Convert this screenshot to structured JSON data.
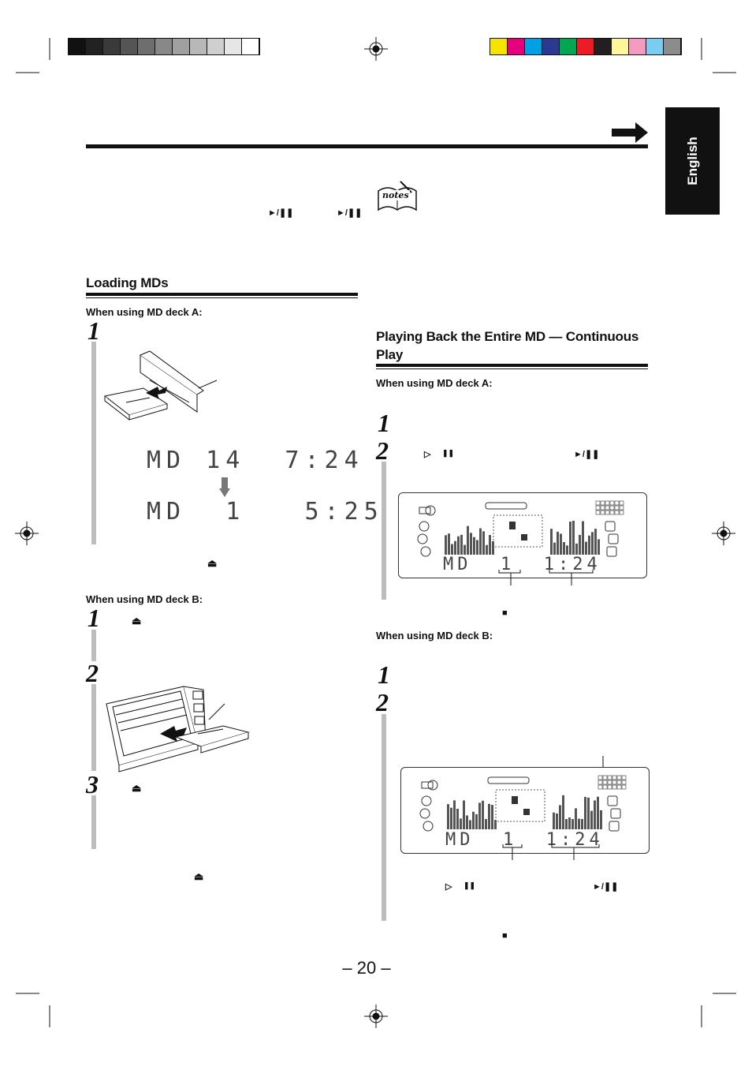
{
  "language_tab": "English",
  "page_number": "– 20 –",
  "notes_label": "notes",
  "loading": {
    "title": "Loading MDs",
    "deck_a_heading": "When using MD deck A:",
    "lcd_line1": "MD 14  7:24",
    "lcd_line2": "MD  1   5:25",
    "deck_b_heading": "When using MD deck B:",
    "step1": "1",
    "step2": "2",
    "step3": "3"
  },
  "playback": {
    "title": "Playing Back the Entire MD — Continuous Play",
    "deck_a_heading": "When using MD deck A:",
    "deck_b_heading": "When using MD deck B:",
    "lcd_text": "MD  1  1:24",
    "step1": "1",
    "step2": "2"
  },
  "symbols": {
    "play_pause": "►/❚❚",
    "eject": "⏏",
    "play": "▷",
    "pause": "❚❚",
    "stop": "■"
  },
  "colors": {
    "registration_gray": [
      "#111111",
      "#222222",
      "#3a3a3a",
      "#555555",
      "#6e6e6e",
      "#888888",
      "#a0a0a0",
      "#b8b8b8",
      "#cfcfcf",
      "#e6e6e6",
      "#ffffff"
    ],
    "registration_color": [
      "#f5e400",
      "#e6007e",
      "#00a0e4",
      "#2b3990",
      "#00a651",
      "#ed1c24",
      "#231f20",
      "#fff799",
      "#f49ac1",
      "#7accf0",
      "#8c8c8c"
    ]
  }
}
